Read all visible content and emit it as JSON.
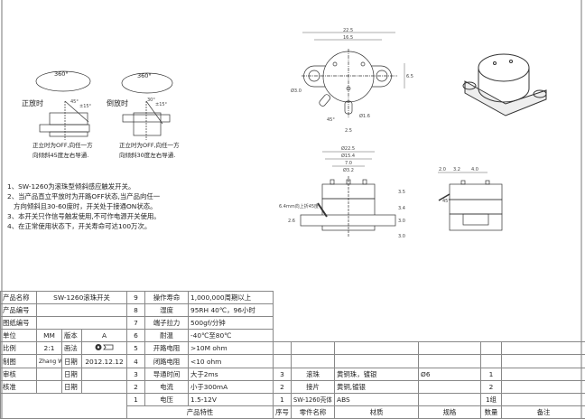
{
  "views": {
    "upright": {
      "rotation": "360°",
      "title": "正放时",
      "angle": "45°",
      "tolerance": "±15°",
      "caption": [
        "正立时为OFF,向任一方",
        "向倾斜45度左右导通."
      ]
    },
    "inverted": {
      "rotation": "360°",
      "title": "倒放时",
      "angle": "30°",
      "tolerance": "±15°",
      "caption": [
        "正立时为OFF,向任一方",
        "向倾斜30度左右导通."
      ]
    },
    "top_view_dims": {
      "overall": "22.5",
      "hole_spacing": "16.5",
      "ear_height": "6.5",
      "ear_hole": "Ø3.0",
      "pin_hole": "Ø1.6",
      "pin_angle": "45°",
      "pin_width": "2.5"
    },
    "front_view_dims": {
      "dia_outer": "Ø22.5",
      "dia_inner": "Ø15.4",
      "pin_spacing": "7.0",
      "ball": "Ø3.2",
      "h1": "3.5",
      "h2": "3.4",
      "h3": "3.0",
      "h4": "3.0",
      "flange": "2.6",
      "bend_note": "6.4mm向上折45度"
    },
    "side_view_dims": {
      "d1": "2.0",
      "d2": "3.2",
      "d3": "4.0",
      "angle": "45°"
    }
  },
  "notes": [
    "1、SW-1260为滚珠型倾斜感应触发开关。",
    "2、当产品直立平放时为开路OFF状态,当产品向任一",
    "   方向倾斜且30-60度时，开关处于接通ON状态。",
    "3、本开关只作信号触发使用,不可作电源开关使用。",
    "4、在正常使用状态下，开关寿命可达100万次。"
  ],
  "title_block": {
    "product_name_label": "产品名称",
    "product_name": "SW-1260滚珠开关",
    "product_no_label": "产品编号",
    "drawing_no_label": "图纸编号",
    "unit_label": "单位",
    "unit": "MM",
    "version_label": "版本",
    "version": "A",
    "scale_label": "比例",
    "scale": "2:1",
    "projection_label": "画法",
    "drawn_label": "制图",
    "drawn_by": "Zhang Wenhao",
    "date_label": "日期",
    "drawn_date": "2012.12.12",
    "review_label": "审核",
    "review_date_label": "日期",
    "approve_label": "核准",
    "approve_date_label": "日期"
  },
  "characteristics": {
    "header": "产品特性",
    "rows": [
      {
        "no": "9",
        "name": "操作寿命",
        "value": "1,000,000周期以上"
      },
      {
        "no": "8",
        "name": "湿度",
        "value": "95RH 40℃，96小时"
      },
      {
        "no": "7",
        "name": "端子拉力",
        "value": "500gf/分钟"
      },
      {
        "no": "6",
        "name": "耐温",
        "value": "-40℃至80℃"
      },
      {
        "no": "5",
        "name": "开路电阻",
        "value": ">10M ohm"
      },
      {
        "no": "4",
        "name": "闭路电阻",
        "value": "<10 ohm"
      },
      {
        "no": "3",
        "name": "导通时间",
        "value": "大于2ms"
      },
      {
        "no": "2",
        "name": "电流",
        "value": "小于300mA"
      },
      {
        "no": "1",
        "name": "电压",
        "value": "1.5-12V"
      }
    ]
  },
  "parts": {
    "headers": [
      "序号",
      "零件名称",
      "材质",
      "规格",
      "数量",
      "备注"
    ],
    "rows": [
      {
        "no": "3",
        "name": "滚珠",
        "material": "黄铜珠，镀银",
        "spec": "Ø6",
        "qty": "1"
      },
      {
        "no": "2",
        "name": "接片",
        "material": "黄铜,镀银",
        "spec": "",
        "qty": "2"
      },
      {
        "no": "1",
        "name": "SW-1260壳体",
        "material": "ABS",
        "spec": "",
        "qty": "1组"
      }
    ]
  }
}
